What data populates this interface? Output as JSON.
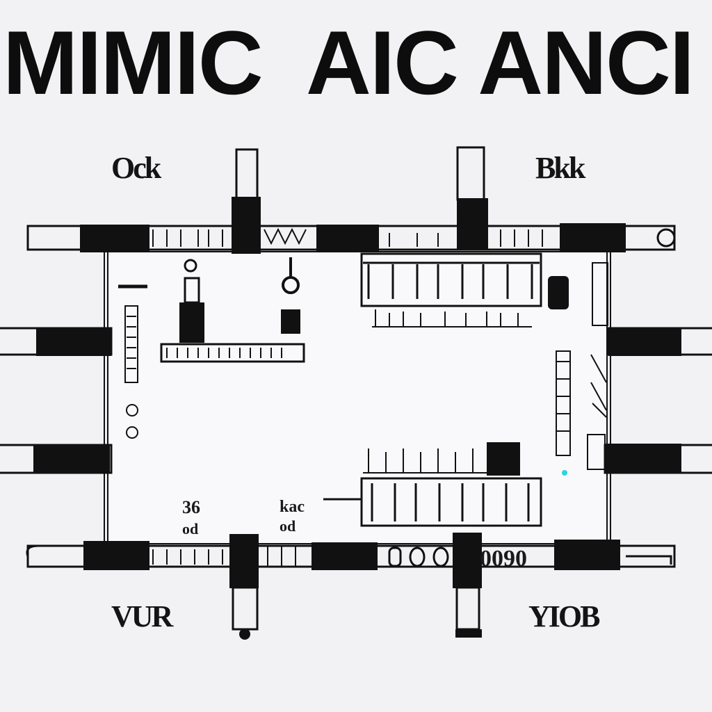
{
  "title": {
    "part1": "MIMIC",
    "part2": "AIC ANCI"
  },
  "labels": {
    "top_left": "Ock",
    "top_right": "Bkk",
    "bottom_left": "VUR",
    "bottom_right": "YIOB",
    "small_a": "36",
    "small_b": "od",
    "small_c": "kac",
    "small_d": "od",
    "bus_code": "0090"
  },
  "colors": {
    "ink": "#0d0d0d",
    "paper": "#f2f1f4",
    "panel": "#f8f8fa",
    "accent_dot": "#2bd4e0"
  }
}
